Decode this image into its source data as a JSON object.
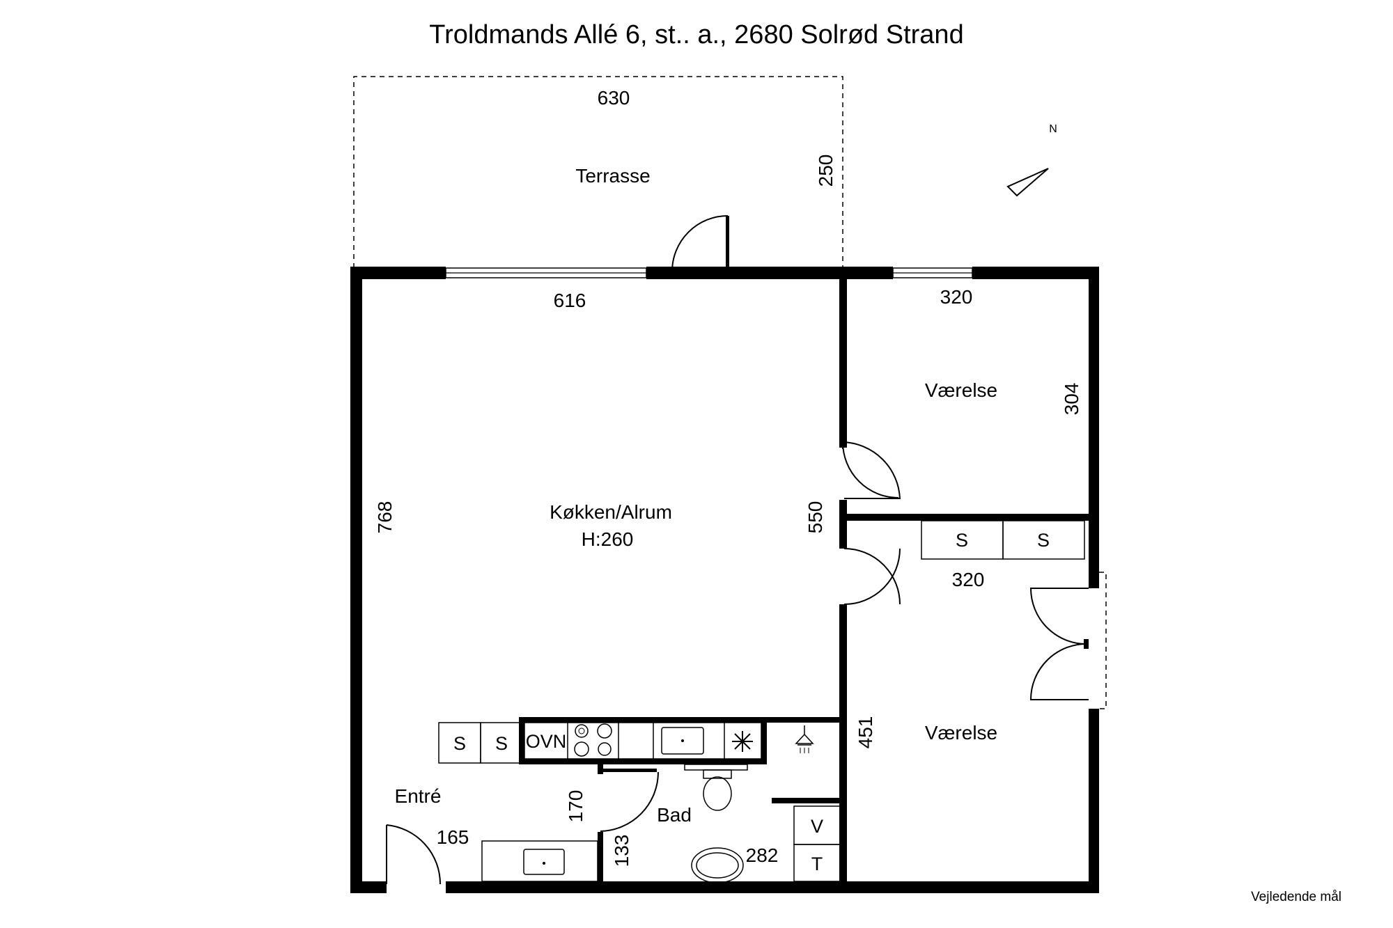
{
  "title": "Troldmands Allé 6, st.. a., 2680 Solrød Strand",
  "north_label": "N",
  "footer_note": "Vejledende mål",
  "rooms": {
    "terrace": "Terrasse",
    "kitchen_living": "Køkken/Alrum",
    "ceiling_height": "H:260",
    "bedroom_1": "Værelse",
    "bedroom_2": "Værelse",
    "entrance": "Entré",
    "bathroom": "Bad"
  },
  "dimensions": {
    "terrace_width": "630",
    "terrace_depth": "250",
    "kitchen_width": "616",
    "kitchen_depth": "768",
    "kitchen_side": "550",
    "bedroom1_width": "320",
    "bedroom1_depth": "304",
    "bedroom2_width": "320",
    "bedroom2_depth": "451",
    "entrance_depth": "170",
    "entrance_width": "165",
    "bath_depth": "133",
    "bath_width": "282"
  },
  "fixtures": {
    "closet": "S",
    "oven": "OVN",
    "washer": "V",
    "dryer": "T"
  }
}
